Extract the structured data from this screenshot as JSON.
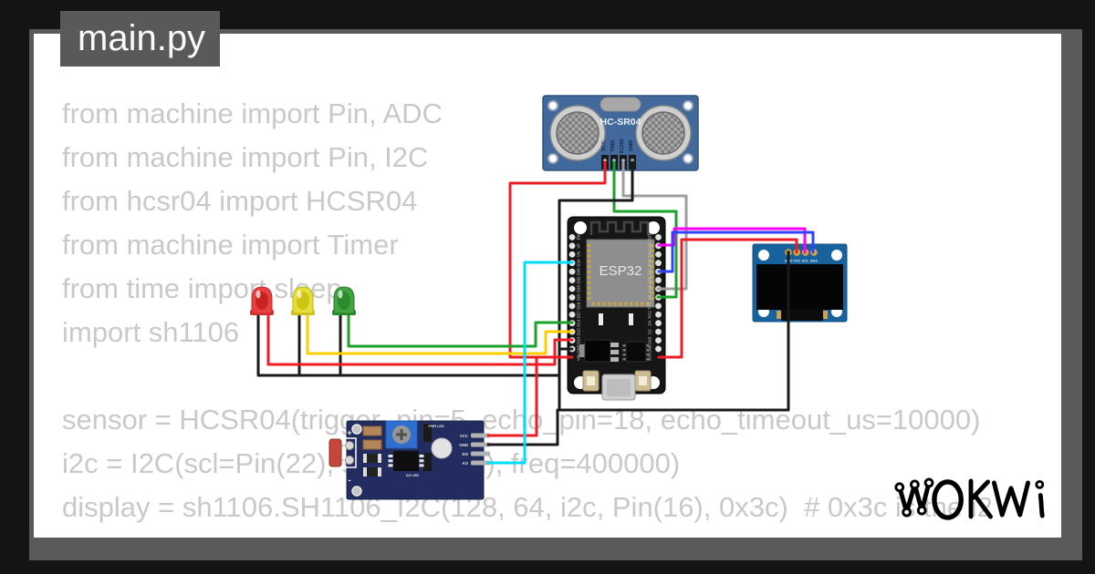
{
  "window": {
    "tab_title": "main.py"
  },
  "code_lines": [
    "from machine import Pin, ADC",
    "from machine import Pin, I2C",
    "from hcsr04 import HCSR04",
    "from machine import Timer",
    "from time import sleep",
    "import sh1106",
    "",
    "sensor = HCSR04(trigger_pin=5, echo_pin=18, echo_timeout_us=10000)",
    "i2c = I2C(scl=Pin(22), sda=Pin(21), freq=400000)",
    "display = sh1106.SH1106_I2C(128, 64, i2c, Pin(16), 0x3c)  # 0x3c is the i2"
  ],
  "logo": {
    "text": "WOKWI"
  },
  "colors": {
    "wire_red": "#ee1c23",
    "wire_black": "#1a1a1a",
    "wire_green": "#1aa32a",
    "wire_yellow": "#ffce00",
    "wire_gray": "#9e9e9e",
    "wire_cyan": "#00dcff",
    "wire_magenta": "#ff00f5",
    "wire_blue": "#3042ff",
    "tab_bg": "#595959",
    "frame_gray": "#5a5a5a",
    "outer_bg": "#141414",
    "code_text": "#c9c9c9"
  },
  "components": {
    "hcsr04": {
      "title": "HC-SR04",
      "pins": [
        "VCC",
        "TRIG",
        "ECHO",
        "GND"
      ]
    },
    "esp32": {
      "title": "ESP32",
      "left_pins": [
        "EN",
        "VP",
        "VN",
        "D34",
        "D35",
        "D32",
        "D33",
        "D25",
        "D26",
        "D27",
        "D14",
        "D12",
        "D13",
        "GND",
        "VIN"
      ],
      "right_pins": [
        "D23",
        "D22",
        "TX0",
        "RX0",
        "D21",
        "D19",
        "D18",
        "D5",
        "TX2",
        "RX2",
        "D4",
        "D2",
        "D15",
        "GND",
        "3V3"
      ]
    },
    "oled": {
      "pins": [
        "GND",
        "VCC",
        "SCL",
        "SDA"
      ]
    },
    "ldr_module": {
      "pins": [
        "VCC",
        "GND",
        "DO",
        "AO"
      ],
      "pwr_led": "PWR LED",
      "do_led": "DO LED",
      "plus": "+",
      "minus": "-"
    },
    "leds": [
      "red",
      "yellow",
      "green"
    ]
  }
}
